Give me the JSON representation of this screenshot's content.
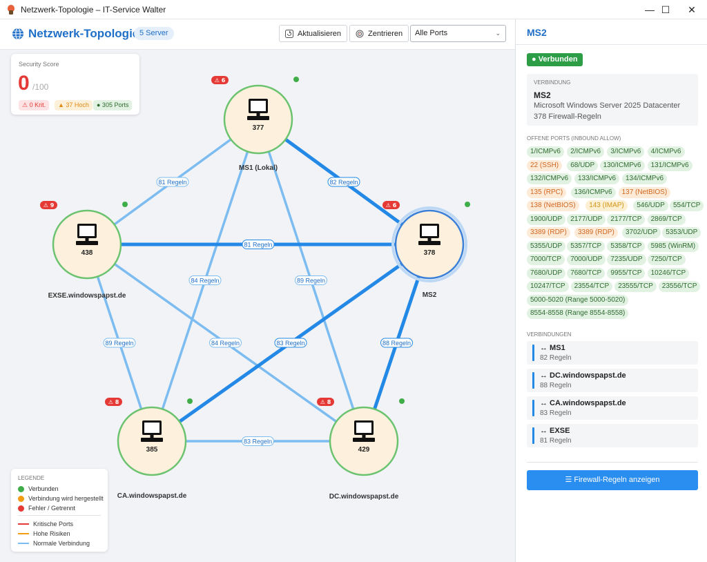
{
  "window": {
    "title": "Netzwerk-Topologie – IT-Service Walter",
    "minimize_glyph": "—",
    "maximize_glyph": "☐",
    "close_glyph": "✕"
  },
  "toolbar": {
    "heading": "Netzwerk-Topologie",
    "server_badge": "5 Server",
    "refresh_label": "Aktualisieren",
    "center_label": "Zentrieren",
    "port_filter": {
      "selected": "Alle Ports",
      "chevron": "⌄"
    }
  },
  "security_score": {
    "label": "Security Score",
    "score": "0",
    "out_of": "/100",
    "chips": {
      "critical": "⚠ 0 Krit.",
      "high": "▲ 37 Hoch",
      "ports": "● 305 Ports"
    },
    "colors": {
      "critical": "#e53935",
      "high": "#f39c12",
      "ports": "#2e9e46"
    }
  },
  "topology": {
    "nodes": [
      {
        "id": "ms1",
        "name": "MS1 (Lokal)",
        "count": "377",
        "alerts": "⚠ 6",
        "status": "connected",
        "selected": false
      },
      {
        "id": "ms2",
        "name": "MS2",
        "count": "378",
        "alerts": "⚠ 6",
        "status": "connected",
        "selected": true
      },
      {
        "id": "dc",
        "name": "DC.windowspapst.de",
        "count": "429",
        "alerts": "⚠ 8",
        "status": "connected",
        "selected": false
      },
      {
        "id": "ca",
        "name": "CA.windowspapst.de",
        "count": "385",
        "alerts": "⚠ 8",
        "status": "connected",
        "selected": false
      },
      {
        "id": "exse",
        "name": "EXSE.windowspapst.de",
        "count": "438",
        "alerts": "⚠ 9",
        "status": "connected",
        "selected": false
      }
    ],
    "edges": [
      {
        "from": "ms1",
        "to": "ms2",
        "label": "82 Regeln",
        "highlighted": true
      },
      {
        "from": "ms1",
        "to": "exse",
        "label": "81 Regeln",
        "highlighted": false
      },
      {
        "from": "ms1",
        "to": "ca",
        "label": "84 Regeln",
        "highlighted": false
      },
      {
        "from": "ms1",
        "to": "dc",
        "label": "89 Regeln",
        "highlighted": false
      },
      {
        "from": "exse",
        "to": "ms2",
        "label": "81 Regeln",
        "highlighted": true
      },
      {
        "from": "exse",
        "to": "ca",
        "label": "89 Regeln",
        "highlighted": false
      },
      {
        "from": "exse",
        "to": "dc",
        "label": "84 Regeln",
        "highlighted": false
      },
      {
        "from": "ms2",
        "to": "ca",
        "label": "83 Regeln",
        "highlighted": true
      },
      {
        "from": "ms2",
        "to": "dc",
        "label": "88 Regeln",
        "highlighted": true
      },
      {
        "from": "ca",
        "to": "dc",
        "label": "83 Regeln",
        "highlighted": false
      }
    ],
    "colors": {
      "edge": "#7dbcf0",
      "edge_highlight": "#2489e6",
      "node_fill": "#fdf1dd",
      "node_border": "#6cc36f",
      "selected_border": "#3a7fd8",
      "badge": "#e53935",
      "status_dot": "#3fae49"
    }
  },
  "legend": {
    "title": "LEGENDE",
    "items": [
      {
        "label": "Verbunden",
        "color": "#3fae49",
        "kind": "dot"
      },
      {
        "label": "Verbindung wird hergestellt",
        "color": "#f39c12",
        "kind": "dot"
      },
      {
        "label": "Fehler / Getrennt",
        "color": "#e53935",
        "kind": "dot"
      },
      {
        "label": "Kritische Ports",
        "color": "#e53935",
        "kind": "line"
      },
      {
        "label": "Hohe Risiken",
        "color": "#f39c12",
        "kind": "line"
      },
      {
        "label": "Normale Verbindung",
        "color": "#7dbcf0",
        "kind": "line"
      }
    ]
  },
  "panel": {
    "title": "MS2",
    "status": "● Verbunden",
    "connection": {
      "section_title": "VERBINDUNG",
      "name": "MS2",
      "os": "Microsoft Windows Server 2025 Datacenter",
      "firewall": "378 Firewall-Regeln"
    },
    "ports_title": "OFFENE PORTS (INBOUND ALLOW)",
    "ports": [
      [
        {
          "label": "1/ICMPv6",
          "risk": "n"
        },
        {
          "label": "2/ICMPv6",
          "risk": "n"
        },
        {
          "label": "3/ICMPv6",
          "risk": "n"
        },
        {
          "label": "4/ICMPv6",
          "risk": "n"
        }
      ],
      [
        {
          "label": "22 (SSH)",
          "risk": "w"
        },
        {
          "label": "68/UDP",
          "risk": "n"
        },
        {
          "label": "130/ICMPv6",
          "risk": "n"
        },
        {
          "label": "131/ICMPv6",
          "risk": "n"
        }
      ],
      [
        {
          "label": "132/ICMPv6",
          "risk": "n"
        },
        {
          "label": "133/ICMPv6",
          "risk": "n"
        },
        {
          "label": "134/ICMPv6",
          "risk": "n"
        }
      ],
      [
        {
          "label": "135 (RPC)",
          "risk": "w"
        },
        {
          "label": "136/ICMPv6",
          "risk": "n"
        },
        {
          "label": "137 (NetBIOS)",
          "risk": "w"
        }
      ],
      [
        {
          "label": "138 (NetBIOS)",
          "risk": "w"
        },
        {
          "label": "143 (IMAP)",
          "risk": "h"
        },
        {
          "label": "546/UDP",
          "risk": "n"
        },
        {
          "label": "554/TCP",
          "risk": "n"
        }
      ],
      [
        {
          "label": "1900/UDP",
          "risk": "n"
        },
        {
          "label": "2177/UDP",
          "risk": "n"
        },
        {
          "label": "2177/TCP",
          "risk": "n"
        },
        {
          "label": "2869/TCP",
          "risk": "n"
        }
      ],
      [
        {
          "label": "3389 (RDP)",
          "risk": "w"
        },
        {
          "label": "3389 (RDP)",
          "risk": "w"
        },
        {
          "label": "3702/UDP",
          "risk": "n"
        },
        {
          "label": "5353/UDP",
          "risk": "n"
        }
      ],
      [
        {
          "label": "5355/UDP",
          "risk": "n"
        },
        {
          "label": "5357/TCP",
          "risk": "n"
        },
        {
          "label": "5358/TCP",
          "risk": "n"
        },
        {
          "label": "5985 (WinRM)",
          "risk": "n"
        }
      ],
      [
        {
          "label": "7000/TCP",
          "risk": "n"
        },
        {
          "label": "7000/UDP",
          "risk": "n"
        },
        {
          "label": "7235/UDP",
          "risk": "n"
        },
        {
          "label": "7250/TCP",
          "risk": "n"
        }
      ],
      [
        {
          "label": "7680/UDP",
          "risk": "n"
        },
        {
          "label": "7680/TCP",
          "risk": "n"
        },
        {
          "label": "9955/TCP",
          "risk": "n"
        },
        {
          "label": "10246/TCP",
          "risk": "n"
        }
      ],
      [
        {
          "label": "10247/TCP",
          "risk": "n"
        },
        {
          "label": "23554/TCP",
          "risk": "n"
        },
        {
          "label": "23555/TCP",
          "risk": "n"
        },
        {
          "label": "23556/TCP",
          "risk": "n"
        }
      ],
      [
        {
          "label": "5000-5020 (Range 5000-5020)",
          "risk": "n"
        }
      ],
      [
        {
          "label": "8554-8558 (Range 8554-8558)",
          "risk": "n"
        }
      ]
    ],
    "peers_title": "VERBINDUNGEN",
    "peers": [
      {
        "name": "↔ MS1",
        "rules": "82 Regeln"
      },
      {
        "name": "↔ DC.windowspapst.de",
        "rules": "88 Regeln"
      },
      {
        "name": "↔ CA.windowspapst.de",
        "rules": "83 Regeln"
      },
      {
        "name": "↔ EXSE",
        "rules": "81 Regeln"
      }
    ],
    "firewall_button": "☰ Firewall-Regeln anzeigen"
  }
}
